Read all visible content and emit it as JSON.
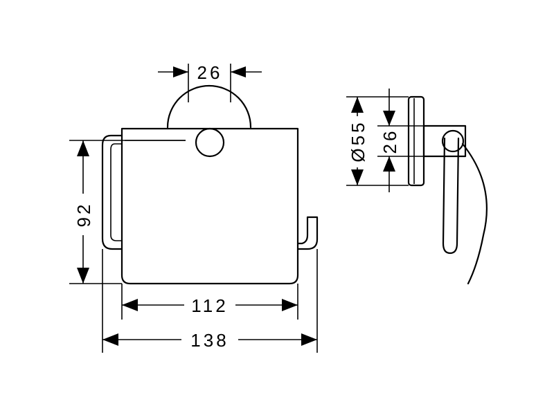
{
  "dimensions": {
    "knob_diameter": "26",
    "height": "92",
    "cover_width": "112",
    "total_width": "138",
    "rosette_diameter": "Ø55",
    "side_knob": "26"
  }
}
